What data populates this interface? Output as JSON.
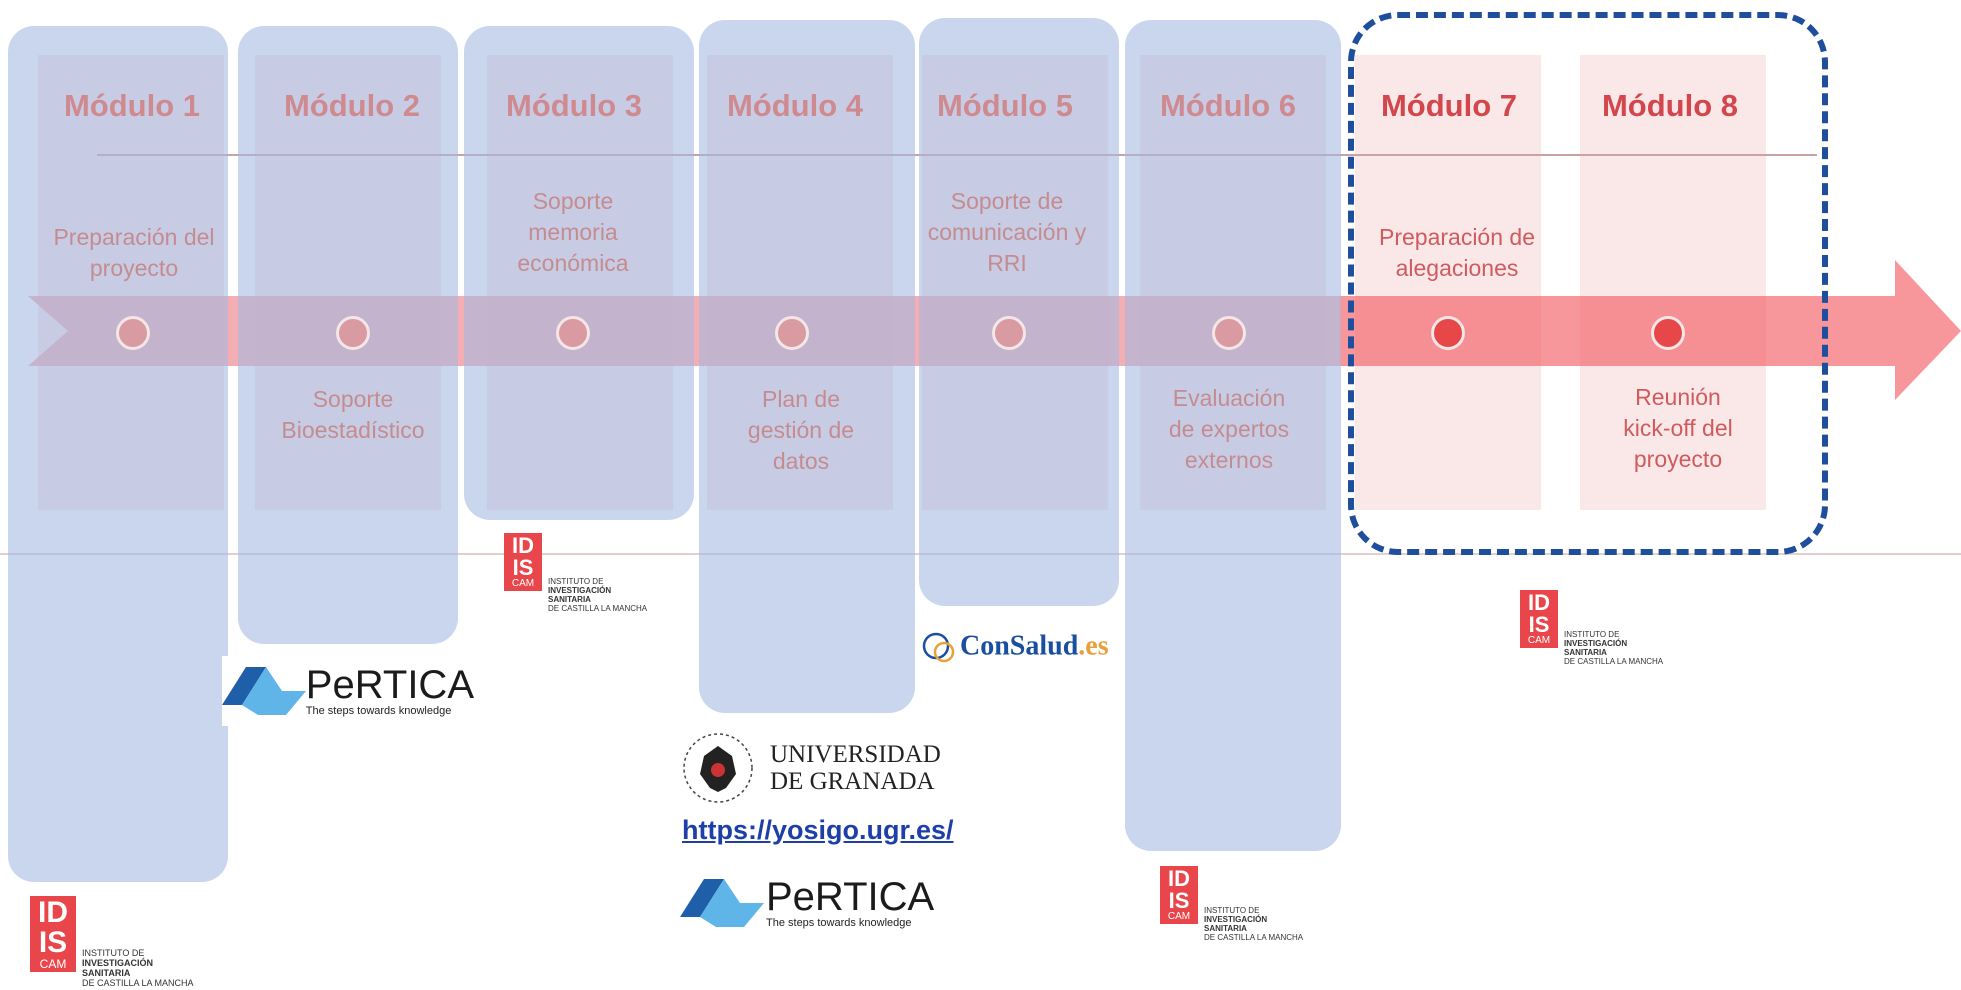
{
  "modules": [
    {
      "title": "Módulo 1",
      "label": "Preparación del proyecto",
      "label_position": "above",
      "highlight": false
    },
    {
      "title": "Módulo 2",
      "label": "Soporte Bioestadístico",
      "label_position": "below",
      "highlight": false
    },
    {
      "title": "Módulo 3",
      "label": "Soporte memoria económica",
      "label_position": "above",
      "highlight": false
    },
    {
      "title": "Módulo 4",
      "label": "Plan de gestión de datos",
      "label_position": "below",
      "highlight": false
    },
    {
      "title": "Módulo 5",
      "label": "Soporte de comunicación y RRI",
      "label_position": "above",
      "highlight": false
    },
    {
      "title": "Módulo 6",
      "label": "Evaluación de expertos externos",
      "label_position": "below",
      "highlight": false
    },
    {
      "title": "Módulo 7",
      "label": "Preparación de alegaciones",
      "label_position": "above",
      "highlight": true
    },
    {
      "title": "Módulo 8",
      "label": "Reunión kick-off del proyecto",
      "label_position": "below",
      "highlight": true
    }
  ],
  "logos": {
    "idiscam": {
      "letters_top": "ID",
      "letters_mid": "IS",
      "letters_bot": "CAM",
      "line1": "INSTITUTO DE",
      "line2": "INVESTIGACIÓN",
      "line3": "SANITARIA",
      "line4": "DE CASTILLA LA MANCHA"
    },
    "pertica": {
      "name": "PeRTICA",
      "tagline": "The steps towards knowledge"
    },
    "ugr": {
      "line1": "UNIVERSIDAD",
      "line2": "DE GRANADA"
    },
    "consalud": {
      "name": "ConSalud",
      "suffix": ".es"
    }
  },
  "link": {
    "text": "https://yosigo.ugr.es/"
  },
  "colors": {
    "column": "#a2b9e1",
    "arrow": "#f0a0a6",
    "highlight_arrow": "#f46a70",
    "dashed_frame": "#1f4e9c",
    "idiscam_red": "#e8464b"
  }
}
